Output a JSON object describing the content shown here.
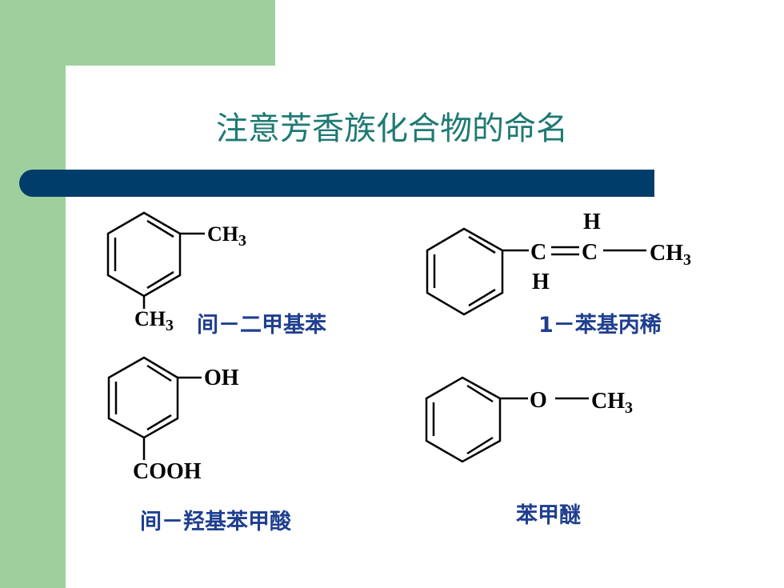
{
  "slide": {
    "title": "注意芳香族化合物的命名"
  },
  "compounds": [
    {
      "name": "间－二甲基苯",
      "groups": [
        "CH3",
        "CH3"
      ]
    },
    {
      "name": "1－苯基丙稀",
      "groups": [
        "C",
        "C",
        "H",
        "H",
        "CH3"
      ]
    },
    {
      "name": "间－羟基苯甲酸",
      "groups": [
        "OH",
        "COOH"
      ]
    },
    {
      "name": "苯甲醚",
      "groups": [
        "O",
        "CH3"
      ]
    }
  ],
  "colors": {
    "sidebar": "#9fcf9c",
    "bar": "#003d6b",
    "title": "#1f7a73",
    "name": "#1f3f8f"
  }
}
